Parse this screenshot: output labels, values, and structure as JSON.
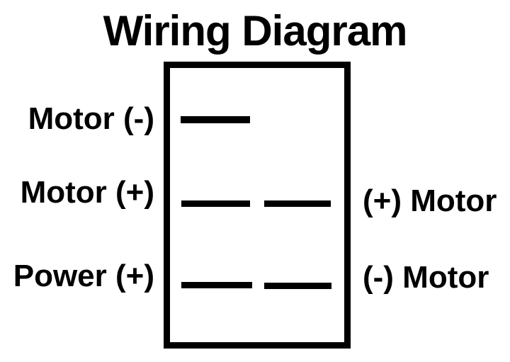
{
  "title": "Wiring Diagram",
  "colors": {
    "ink": "#000000",
    "paper": "#ffffff"
  },
  "switch": {
    "left_labels": [
      {
        "text": "Motor (-)"
      },
      {
        "text": "Motor (+)"
      },
      {
        "text": "Power (+)"
      }
    ],
    "right_labels": [
      {
        "text": "(+) Motor"
      },
      {
        "text": "(-) Motor"
      }
    ]
  }
}
